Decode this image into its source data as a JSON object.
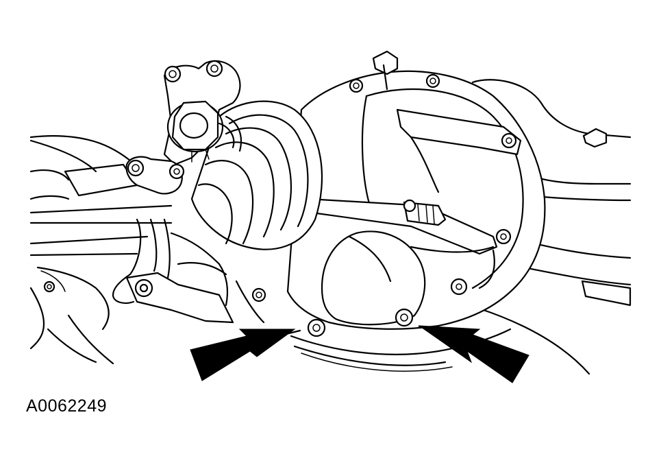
{
  "figure": {
    "id_label": "A0062249"
  },
  "colors": {
    "line": "#000000",
    "background": "#ffffff"
  },
  "callouts": [
    {
      "name": "left-arrow",
      "points_to": "lower-left-cover-bolt"
    },
    {
      "name": "right-arrow",
      "points_to": "lower-right-cover-bolt"
    }
  ]
}
